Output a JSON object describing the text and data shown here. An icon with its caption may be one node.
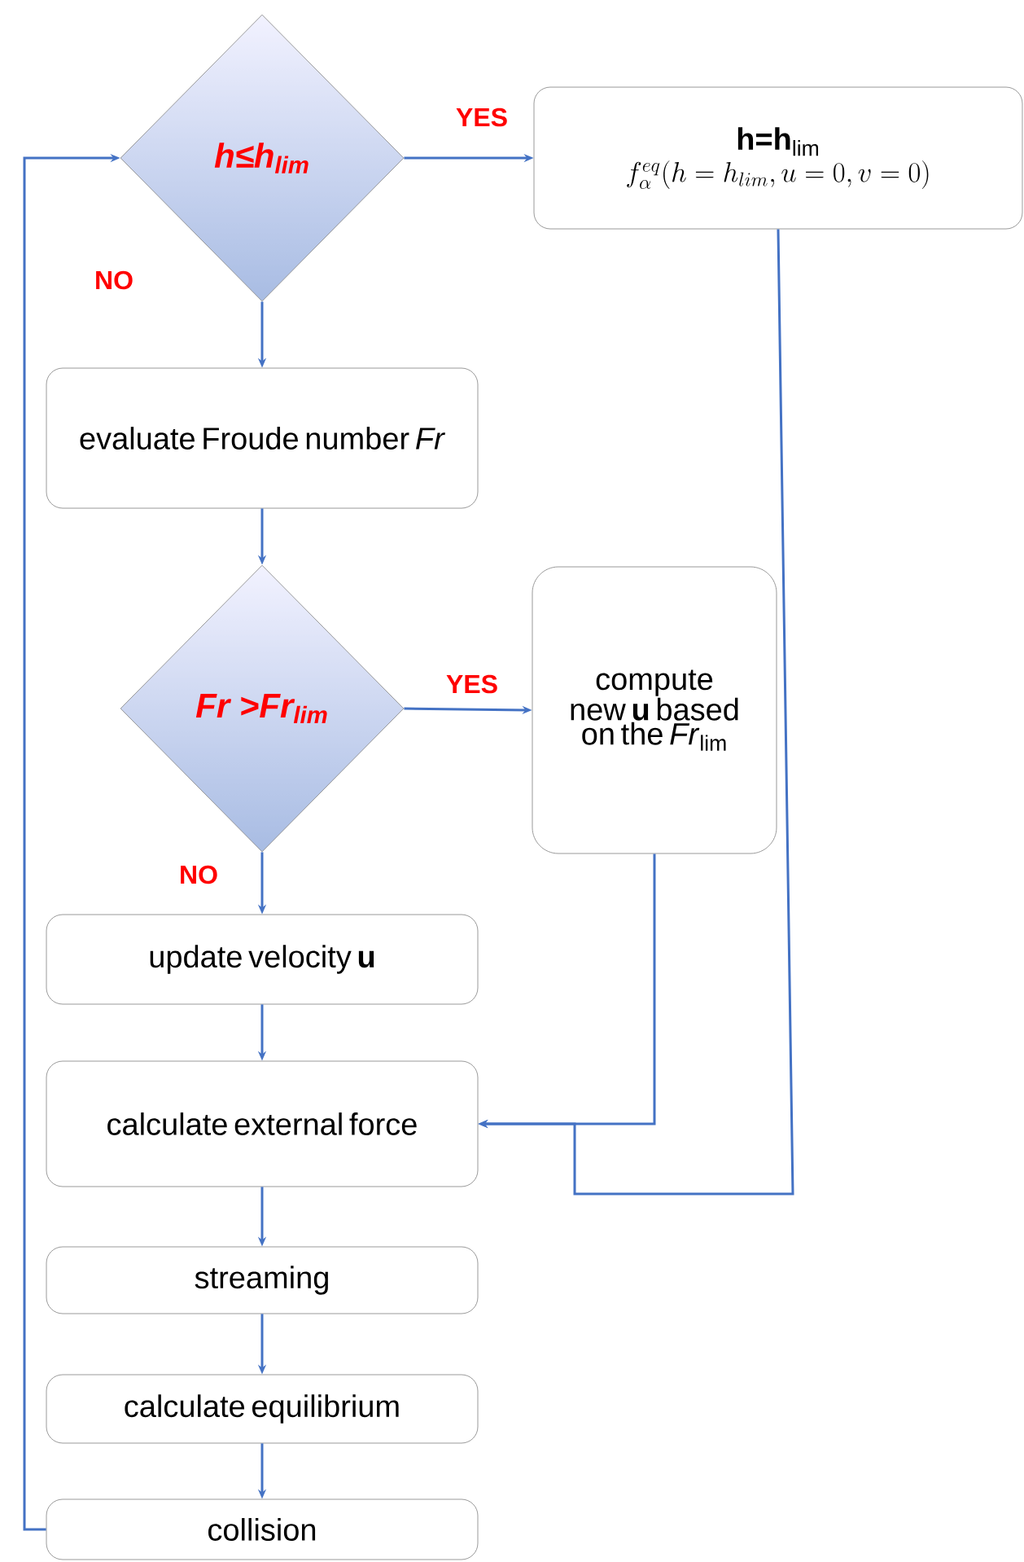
{
  "diagram": {
    "nodes": [
      {
        "text": [
          "h≤h$_{lim}$"
        ]
      },
      {
        "text": [
          "**h=h**$_{lim}$",
          "f_\\alpha^{eq}(h=h_{lim},u=0,v=0)"
        ]
      },
      {
        "text": [
          "evaluate Froude number *Fr*"
        ]
      },
      {
        "text": [
          "Fr >Fr$_{lim}$"
        ]
      },
      {
        "text": [
          "compute new **u** based on the *Fr*$_{lim}$"
        ]
      },
      {
        "text": [
          "update velocity **u**"
        ]
      },
      {
        "text": [
          "calculate external force"
        ]
      },
      {
        "text": [
          "streaming"
        ]
      },
      {
        "text": [
          "calculate equilibrium"
        ]
      },
      {
        "text": [
          "collision"
        ]
      }
    ],
    "edges": [
      {
        "from": 0,
        "to": 1,
        "arrow": "to",
        "label": "YES"
      },
      {
        "from": 0,
        "to": 2,
        "arrow": "to",
        "label": "NO"
      },
      {
        "from": 2,
        "to": 3,
        "arrow": "to"
      },
      {
        "from": 3,
        "to": 4,
        "arrow": "to",
        "label": "YES"
      },
      {
        "from": 3,
        "to": 5,
        "arrow": "to",
        "label": "NO"
      },
      {
        "from": 5,
        "to": 6,
        "arrow": "to"
      },
      {
        "from": 4,
        "to": 6,
        "arrow": "to"
      },
      {
        "from": 1,
        "to": 6,
        "arrow": "to"
      },
      {
        "from": 6,
        "to": 7,
        "arrow": "to"
      },
      {
        "from": 7,
        "to": 8,
        "arrow": "to"
      },
      {
        "from": 8,
        "to": 9,
        "arrow": "to"
      },
      {
        "from": 9,
        "to": 0,
        "arrow": "to"
      }
    ]
  }
}
